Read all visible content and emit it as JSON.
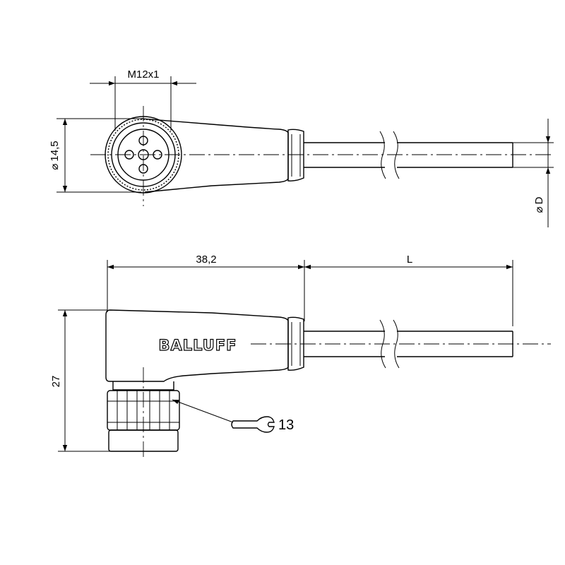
{
  "top_view": {
    "thread_label": "M12x1",
    "diameter_label": "14,5",
    "diameter_symbol": "⌀",
    "cable_diameter_label": "D",
    "cable_diameter_symbol": "⌀"
  },
  "side_view": {
    "length_label": "38,2",
    "cable_length_label": "L",
    "height_label": "27",
    "brand_logo_text": "BALLUFF",
    "wrench_size_label": "13"
  }
}
